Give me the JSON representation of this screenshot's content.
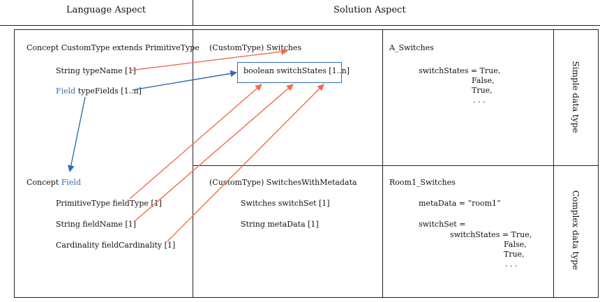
{
  "header": {
    "language_aspect": "Language Aspect",
    "solution_aspect": "Solution Aspect"
  },
  "language": {
    "concept_custom": "Concept CustomType extends PrimitiveType",
    "string_typename": "String typeName [1]",
    "field_keyword": "Field",
    "typefields_rest": " typeFields [1..n]",
    "concept_prefix": "Concept ",
    "concept_field_name": "Field",
    "primitive_fieldtype": "PrimitiveType fieldType [1]",
    "string_fieldname": "String fieldName [1]",
    "cardinality": "Cardinality fieldCardinality [1]"
  },
  "solution_simple": {
    "switches_title": "(CustomType) Switches",
    "boolean_states": "boolean switchStates [1..n]",
    "instance_name": "A_Switches",
    "switch_states_assign": "switchStates = True,",
    "v_false": "False,",
    "v_true": "True,",
    "v_dots": ". . ."
  },
  "solution_complex": {
    "metadata_title": "(CustomType) SwitchesWithMetadata",
    "switches_switchset": "Switches switchSet [1]",
    "string_metadata": "String metaData [1]",
    "instance_name": "Room1_Switches",
    "metadata_assign": "metaData = “room1“",
    "switchset_assign": "switchSet =",
    "switch_states_assign": "switchStates = True,",
    "v_false": "False,",
    "v_true": "True,",
    "v_dots": ". . ."
  },
  "side_labels": {
    "simple": "Simple data type",
    "complex": "Complex data type"
  },
  "colors": {
    "blue_text_and_arrows": "#2f6db5",
    "orange_arrows": "#f26a4f",
    "grid_lines": "#222222"
  }
}
